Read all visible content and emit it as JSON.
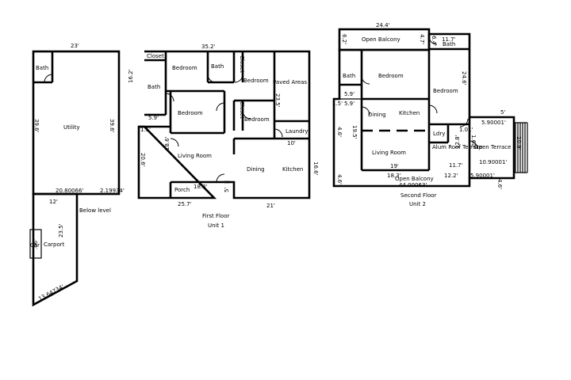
{
  "utility_building": {
    "rooms": {
      "bath": "Bath",
      "utility": "Utility",
      "carport": "Carport",
      "below_level": "Below level",
      "carport_side": "Car"
    },
    "dims": {
      "top": "23'",
      "left": "39.6'",
      "right": "39.6'",
      "bottom_left": "20.80066'",
      "bottom_right": "2.19934'",
      "carport_top": "12'",
      "carport_side": "23.5'",
      "carport_diag": "13.64734'",
      "carport_small": ".06'"
    }
  },
  "first_floor": {
    "rooms": {
      "closet_top": "Closet",
      "bath_left": "Bath",
      "bedroom_top": "Bedroom",
      "bath_top": "Bath",
      "closet_vert1": "Closet",
      "bedroom_right": "Bedroom",
      "paved_areas": "Paved Areas",
      "bedroom_mid": "Bedroom",
      "closet_vert2": "Closet",
      "bedroom_small": "Bedroom",
      "laundry": "Laundry",
      "living_room": "Living Room",
      "dining": "Dining",
      "kitchen": "Kitchen",
      "porch": "Porch"
    },
    "dims": {
      "top": "35.2'",
      "left_a": "16.2'",
      "left_b": "5.9'",
      "left_c": "1.5'",
      "left_d": "20.6'",
      "inner": "18.6'",
      "paved": "23.5'",
      "laundry_w": "10'",
      "right": "16.6'",
      "porch_w": "18.3'",
      "porch_h": "5'",
      "bottom_left": "25.7'",
      "bottom_right": "21'"
    },
    "caption": {
      "line1": "First Floor",
      "line2": "Unit 1"
    }
  },
  "second_floor": {
    "rooms": {
      "open_balcony_top": "Open Balcony",
      "bath_top": "Bath",
      "bath_left": "Bath",
      "bedroom_left": "Bedroom",
      "bedroom_right": "Bedroom",
      "dining": "Dining",
      "kitchen": "Kitchen",
      "living_room": "Living Room",
      "ldry": "Ldry",
      "alum_roof_terrace": "Alum Roof Terrace",
      "open_terrace": "Open Terrace",
      "open_balcony_bottom": "Open Balcony"
    },
    "dims": {
      "top": "24.4'",
      "balcony_h": "6.2'",
      "balcony_side": "4.7'",
      "bath_w": "11.7'",
      "bath_h": "6.4'",
      "bedroom_h": "24.6'",
      "left_a": "5.9'",
      "left_b": "1.5'",
      "left_c": "5.9'",
      "left_d": "19.5'",
      "left_e": "4.6'",
      "inner_w": "19'",
      "ldry_a": "1.01'",
      "ldry_b": "1.60'",
      "terrace_h": "12.8'",
      "terrace_w": "11.7'",
      "open_top": "5'",
      "open_a": "5.90001'",
      "open_b": "10.90001'",
      "open_c": "10.9'",
      "bot_a": "18.3'",
      "bot_b": "44.00063'",
      "bot_c": "12.2'",
      "bot_d": "5.90001'",
      "right_h": "4.6'"
    },
    "caption": {
      "line1": "Second Floor",
      "line2": "Unit 2"
    }
  }
}
